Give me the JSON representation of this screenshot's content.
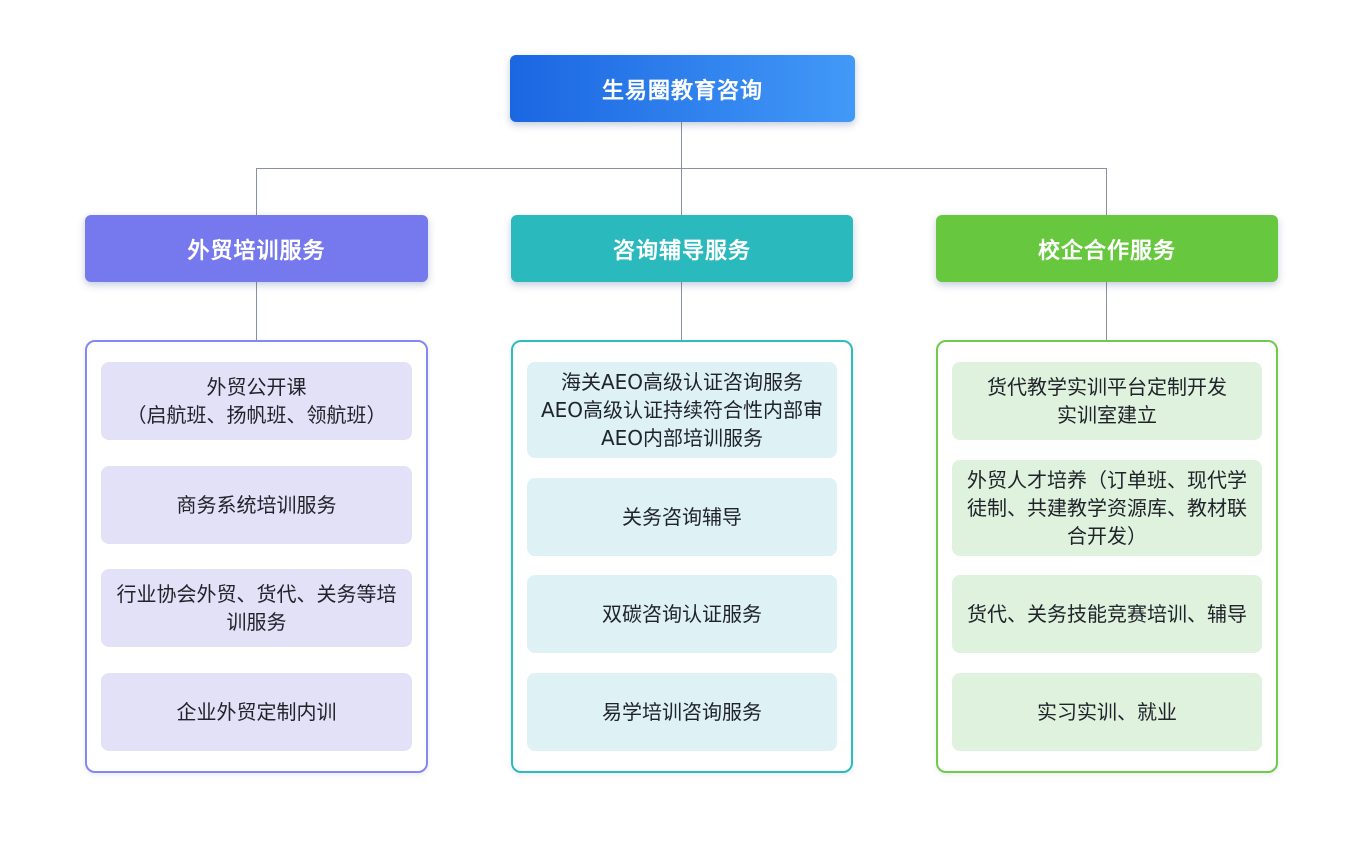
{
  "diagram": {
    "root": {
      "label": "生易圈教育咨询"
    },
    "branches": [
      {
        "label": "外贸培训服务",
        "items": [
          "外贸公开课\n（启航班、扬帆班、领航班）",
          "商务系统培训服务",
          "行业协会外贸、货代、关务等培训服务",
          "企业外贸定制内训"
        ]
      },
      {
        "label": "咨询辅导服务",
        "items": [
          "海关AEO高级认证咨询服务\nAEO高级认证持续符合性内部审\nAEO内部培训服务",
          "关务咨询辅导",
          "双碳咨询认证服务",
          "易学培训咨询服务"
        ]
      },
      {
        "label": "校企合作服务",
        "items": [
          "货代教学实训平台定制开发\n实训室建立",
          "外贸人才培养（订单班、现代学徒制、共建教学资源库、教材联合开发）",
          "货代、关务技能竞赛培训、辅导",
          "实习实训、就业"
        ]
      }
    ],
    "colors": {
      "root_gradient_from": "#1b66e2",
      "root_gradient_to": "#4299f7",
      "branch_trade_training": "#7678ee",
      "branch_consulting": "#2ab9bd",
      "branch_school_enterprise": "#67c83f",
      "leaf_bg_trade_training": "#e3e1f8",
      "leaf_bg_consulting": "#def1f4",
      "leaf_bg_school_enterprise": "#dff2de",
      "container_border_trade_training": "#8587f2",
      "container_border_consulting": "#2cbcbe",
      "container_border_school_enterprise": "#6fcb4a",
      "connector": "#8a919e",
      "background": "#ffffff"
    }
  }
}
